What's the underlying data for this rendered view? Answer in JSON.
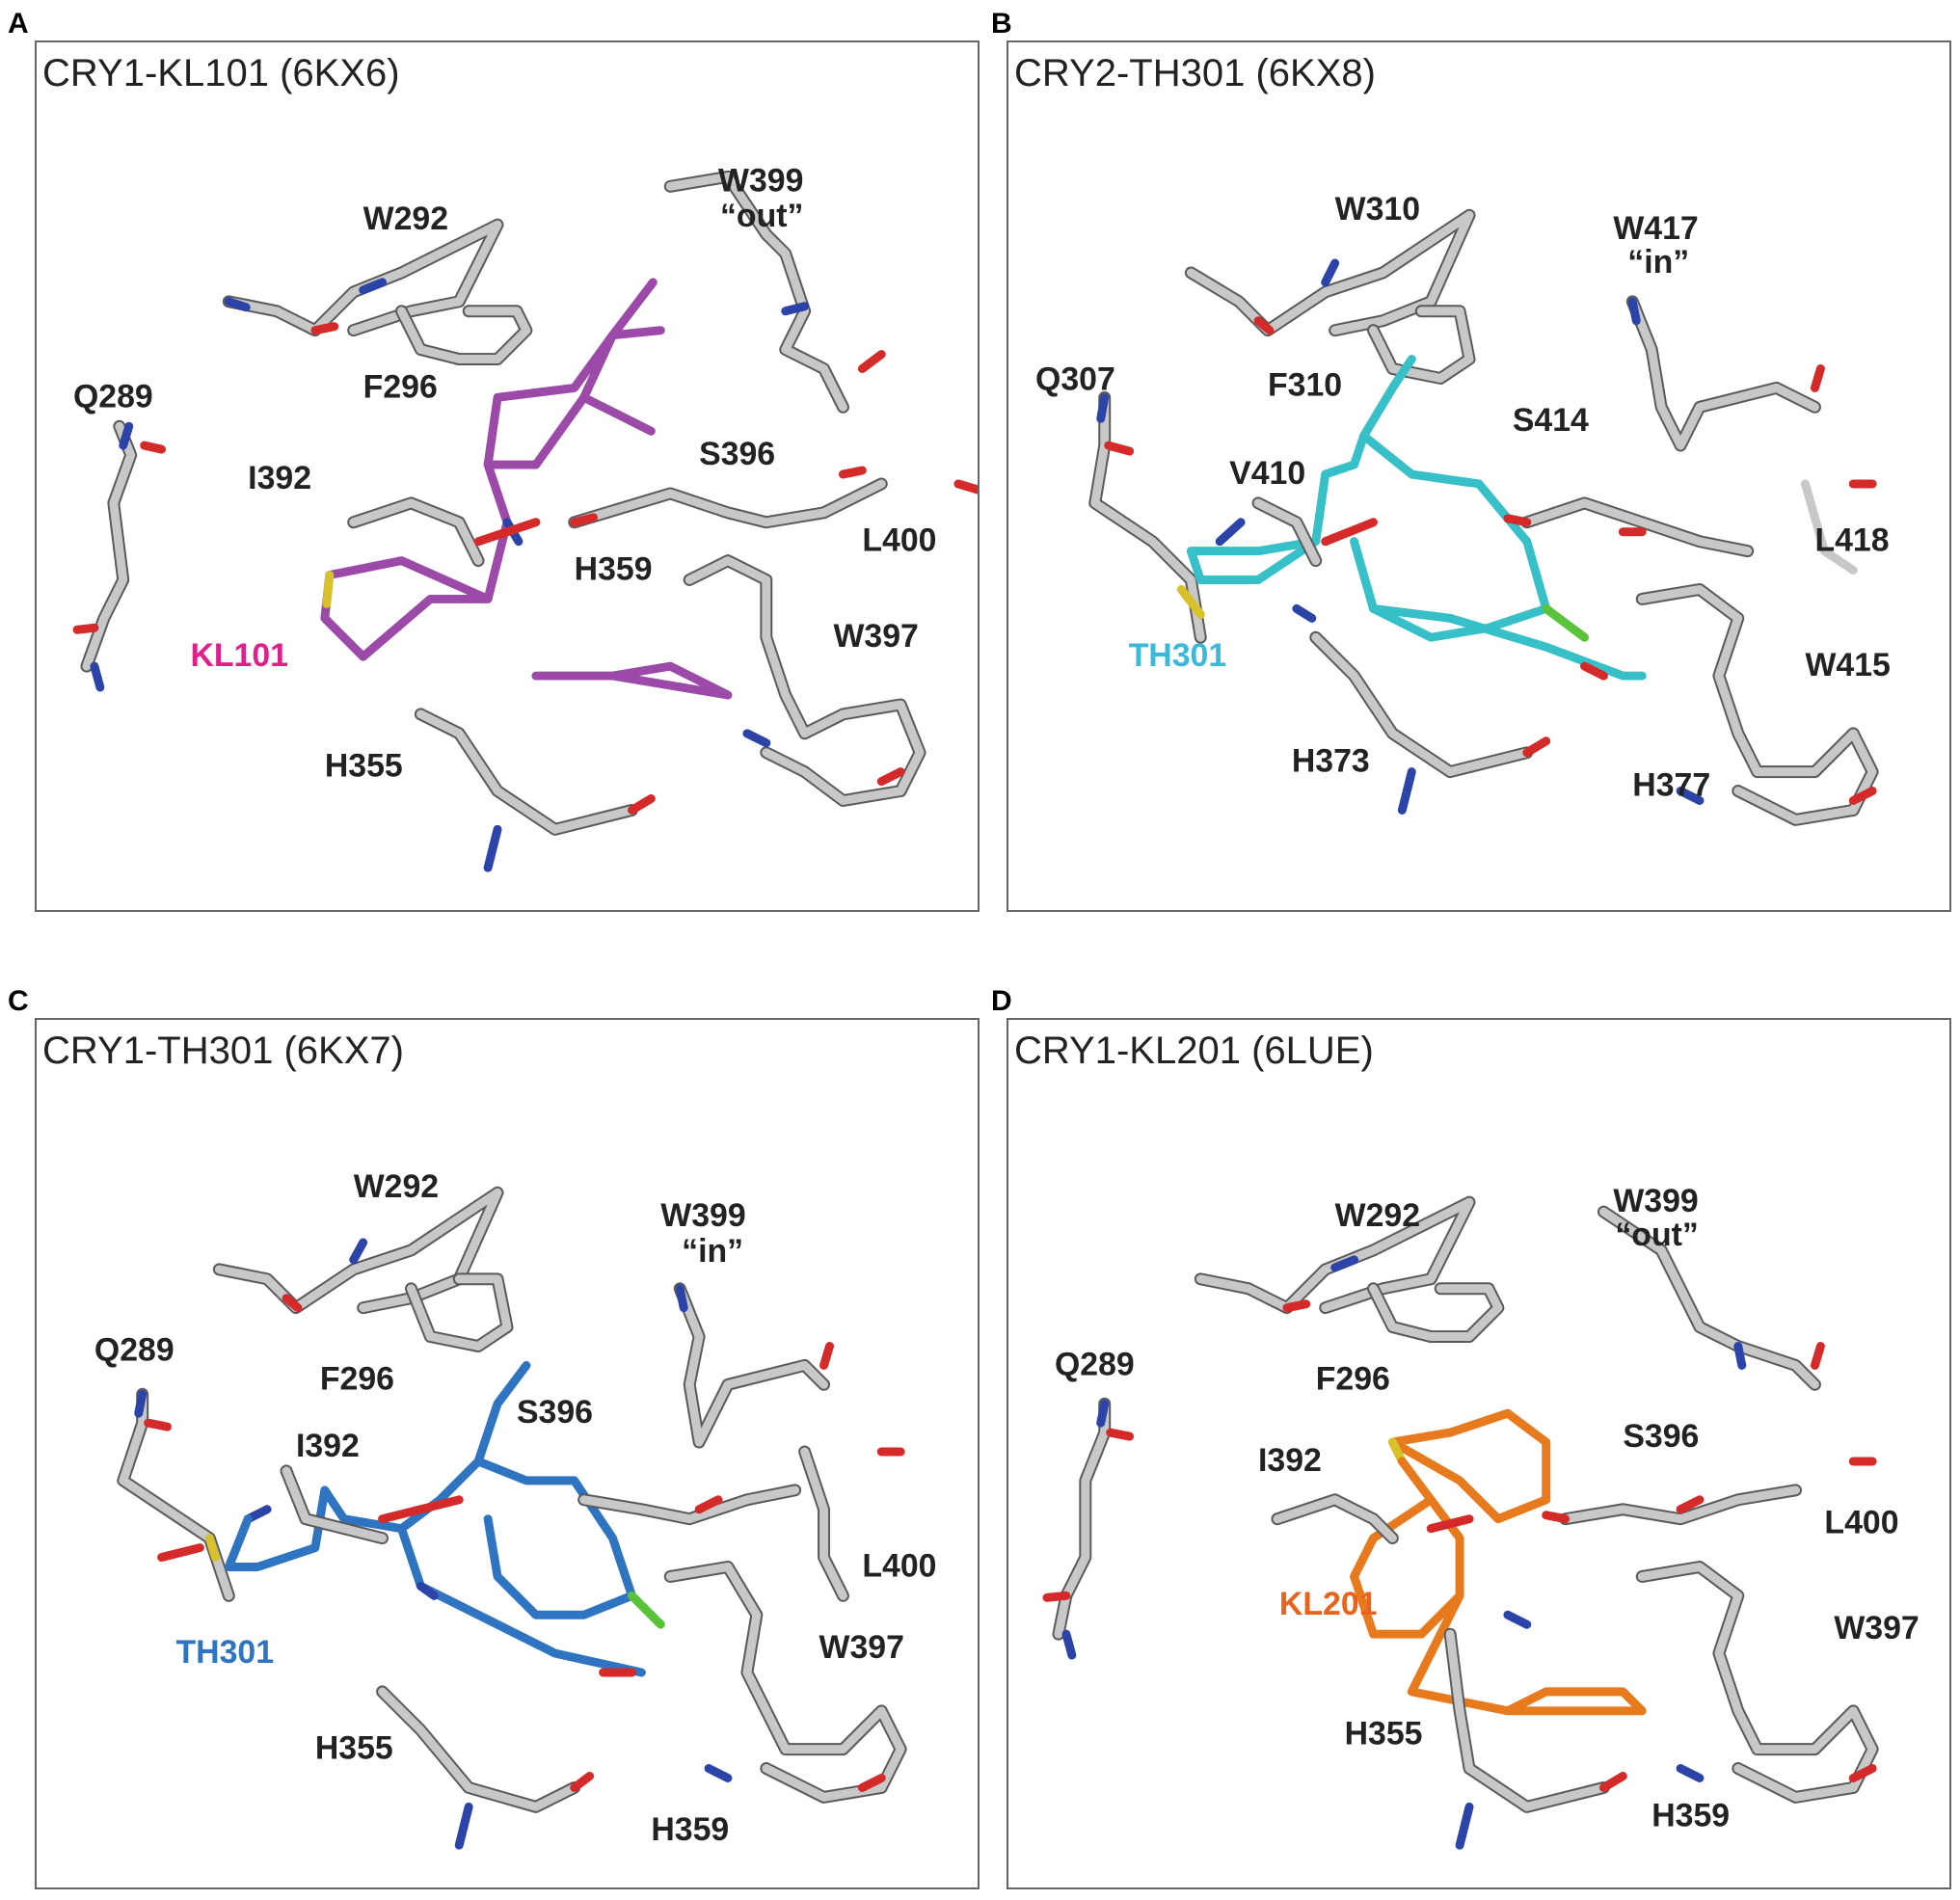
{
  "panels": {
    "a": {
      "letter": "A",
      "title": "CRY1-KL101 (6KX6)",
      "ligand": {
        "name": "KL101",
        "color": "#e0208a",
        "bond_color": "#9b4aa8"
      },
      "residues": {
        "q289": "Q289",
        "w292": "W292",
        "f296": "F296",
        "i392": "I392",
        "w399": "W399",
        "w399_state": "“out”",
        "s396": "S396",
        "l400": "L400",
        "h359": "H359",
        "w397": "W397",
        "h355": "H355"
      }
    },
    "b": {
      "letter": "B",
      "title": "CRY2-TH301 (6KX8)",
      "ligand": {
        "name": "TH301",
        "color": "#3cb8d8",
        "bond_color": "#38c0c8"
      },
      "residues": {
        "q307": "Q307",
        "w310": "W310",
        "f310": "F310",
        "v410": "V410",
        "w417": "W417",
        "w417_state": "“in”",
        "s414": "S414",
        "l418": "L418",
        "w415": "W415",
        "h373": "H373",
        "h377": "H377"
      }
    },
    "c": {
      "letter": "C",
      "title": "CRY1-TH301 (6KX7)",
      "ligand": {
        "name": "TH301",
        "color": "#2f74c0",
        "bond_color": "#2f74c0"
      },
      "residues": {
        "q289": "Q289",
        "w292": "W292",
        "f296": "F296",
        "i392": "I392",
        "w399": "W399",
        "w399_state": "“in”",
        "s396": "S396",
        "l400": "L400",
        "w397": "W397",
        "h355": "H355",
        "h359": "H359"
      }
    },
    "d": {
      "letter": "D",
      "title": "CRY1-KL201 (6LUE)",
      "ligand": {
        "name": "KL201",
        "color": "#e8641e",
        "bond_color": "#e87a1e"
      },
      "residues": {
        "q289": "Q289",
        "w292": "W292",
        "f296": "F296",
        "i392": "I392",
        "w399": "W399",
        "w399_state": "“out”",
        "s396": "S396",
        "l400": "L400",
        "w397": "W397",
        "h355": "H355",
        "h359": "H359"
      }
    }
  }
}
